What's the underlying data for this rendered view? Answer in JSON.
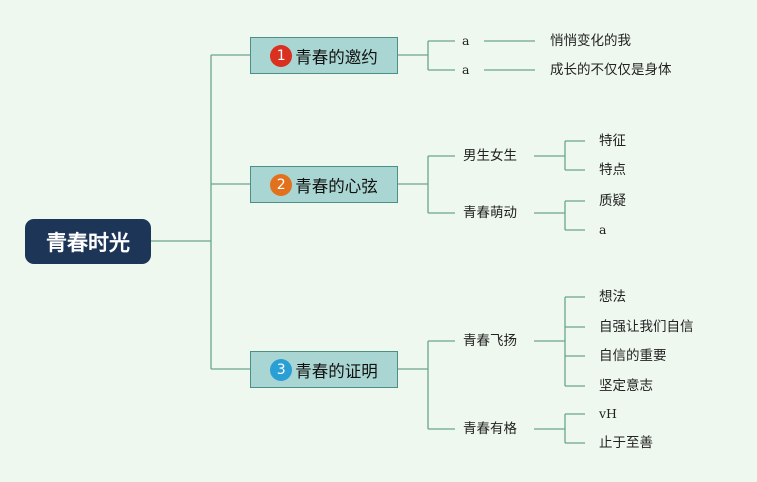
{
  "diagram": {
    "root": {
      "label": "青春时光",
      "color": "#1d3557"
    },
    "branches": [
      {
        "number": "1",
        "badge_color": "#d9301f",
        "label": "青春的邀约",
        "children": [
          {
            "label": "a",
            "children": [
              {
                "label": "悄悄变化的我"
              }
            ]
          },
          {
            "label": "a",
            "children": [
              {
                "label": "成长的不仅仅是身体"
              }
            ]
          }
        ]
      },
      {
        "number": "2",
        "badge_color": "#e2711d",
        "label": "青春的心弦",
        "children": [
          {
            "label": "男生女生",
            "children": [
              {
                "label": "特征"
              },
              {
                "label": "特点"
              }
            ]
          },
          {
            "label": "青春萌动",
            "children": [
              {
                "label": "质疑"
              },
              {
                "label": "a"
              }
            ]
          }
        ]
      },
      {
        "number": "3",
        "badge_color": "#2a9fd6",
        "label": "青春的证明",
        "children": [
          {
            "label": "青春飞扬",
            "children": [
              {
                "label": "想法"
              },
              {
                "label": "自强让我们自信"
              },
              {
                "label": "自信的重要"
              },
              {
                "label": "坚定意志"
              }
            ]
          },
          {
            "label": "青春有格",
            "children": [
              {
                "label": "vH"
              },
              {
                "label": "止于至善"
              }
            ]
          }
        ]
      }
    ],
    "colors": {
      "background": "#eff8ef",
      "connector": "#6aa58d",
      "branch_fill": "#a9d6d3",
      "branch_border": "#4b8f86"
    }
  }
}
